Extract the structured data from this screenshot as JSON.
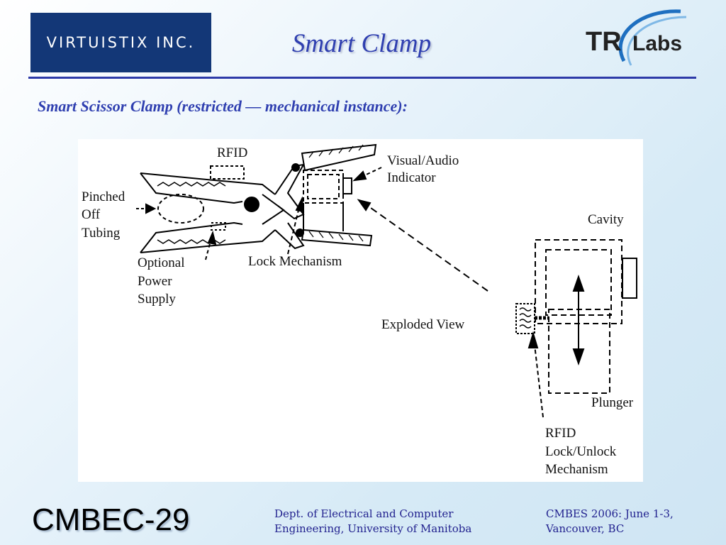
{
  "header": {
    "company_logo": "VIRTUISTIX INC.",
    "title": "Smart Clamp",
    "partner_logo": {
      "tr": "TR",
      "labs": "Labs"
    }
  },
  "subtitle": "Smart Scissor Clamp (restricted — mechanical instance):",
  "diagram": {
    "labels": {
      "rfid_top": "RFID",
      "visual_audio_1": "Visual/Audio",
      "visual_audio_2": "Indicator",
      "pinched_1": "Pinched",
      "pinched_2": "Off",
      "pinched_3": "Tubing",
      "optional_1": "Optional",
      "optional_2": "Power",
      "optional_3": "Supply",
      "lock_mechanism": "Lock Mechanism",
      "cavity": "Cavity",
      "exploded_view": "Exploded View",
      "plunger": "Plunger",
      "rfid_lock_1": "RFID",
      "rfid_lock_2": "Lock/Unlock",
      "rfid_lock_3": "Mechanism"
    }
  },
  "footer": {
    "code": "CMBEC-29",
    "dept_line1": "Dept. of Electrical and Computer",
    "dept_line2": "Engineering, University of Manitoba",
    "conf_line1": "CMBES 2006: June 1-3,",
    "conf_line2": "Vancouver, BC"
  },
  "colors": {
    "title_blue": "#2f3fb0",
    "logo_navy": "#133777",
    "footer_blue": "#22228f"
  }
}
